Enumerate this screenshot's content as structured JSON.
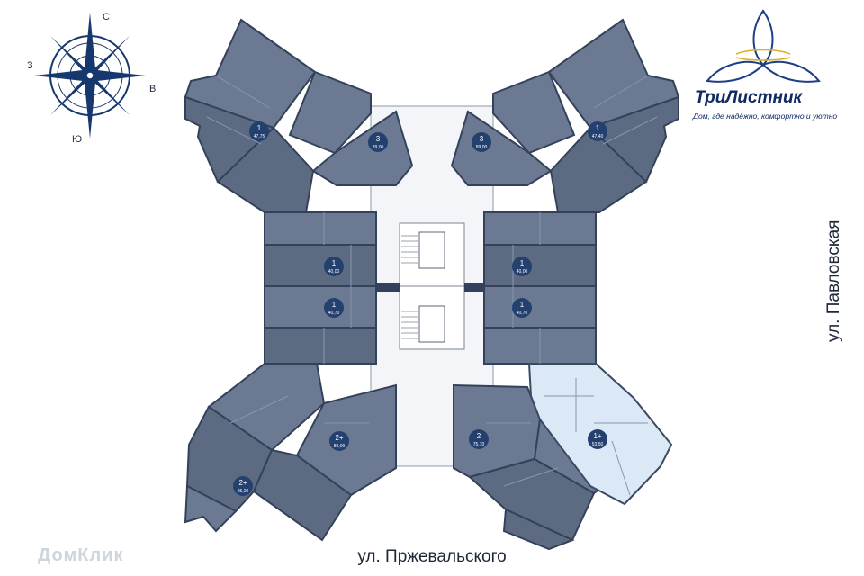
{
  "compass": {
    "north": "С",
    "south": "Ю",
    "west": "З",
    "east": "В"
  },
  "logo": {
    "title": "ТриЛистник",
    "tagline": "Дом, где надёжно, комфортно и уютно"
  },
  "streets": {
    "right": "ул. Павловская",
    "bottom": "ул. Пржевальского"
  },
  "watermark": "ДомКлик",
  "apartments": [
    {
      "rooms": "1",
      "area": "47,75"
    },
    {
      "rooms": "3",
      "area": "89,00"
    },
    {
      "rooms": "3",
      "area": "89,00"
    },
    {
      "rooms": "1",
      "area": "47,40"
    },
    {
      "rooms": "1",
      "area": "40,00"
    },
    {
      "rooms": "1",
      "area": "40,00"
    },
    {
      "rooms": "1",
      "area": "40,70"
    },
    {
      "rooms": "1",
      "area": "40,70"
    },
    {
      "rooms": "2+",
      "area": "89,00"
    },
    {
      "rooms": "2",
      "area": "75,70"
    },
    {
      "rooms": "2+",
      "area": "95,20"
    },
    {
      "rooms": "1+",
      "area": "53,50"
    }
  ],
  "colors": {
    "unit_fill": "#6b7a92",
    "unit_fill_dark": "#5d6b82",
    "highlight_fill": "#dbe8f6",
    "wall": "#33425a",
    "badge": "#24406f",
    "brand": "#0f2a63",
    "logo_accent": "#e0b020"
  }
}
